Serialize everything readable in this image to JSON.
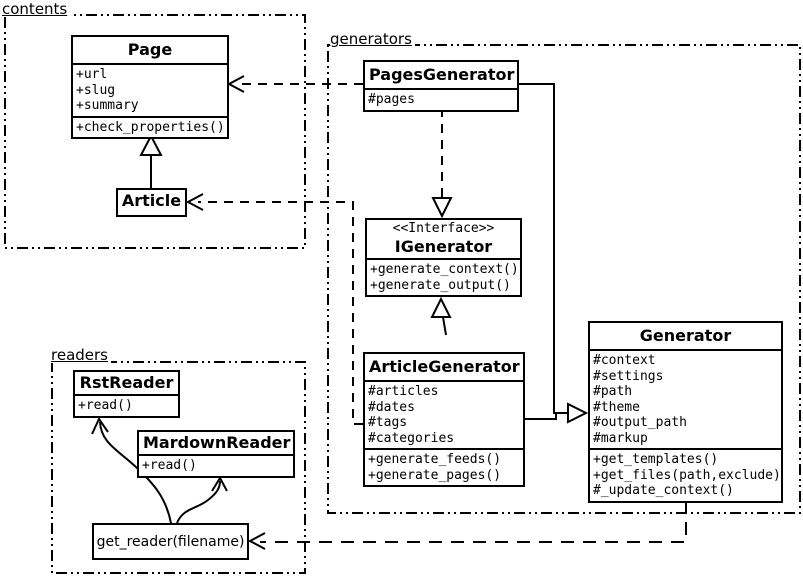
{
  "diagram": {
    "kind": "uml-class-diagram",
    "colors": {
      "ink": "#000000",
      "paper": "#ffffff"
    }
  },
  "packages": {
    "contents": {
      "label": "contents"
    },
    "generators": {
      "label": "generators"
    },
    "readers": {
      "label": "readers"
    }
  },
  "classes": {
    "page": {
      "name": "Page",
      "attrs": [
        "+url",
        "+slug",
        "+summary"
      ],
      "methods": [
        "+check_properties()"
      ]
    },
    "article": {
      "name": "Article"
    },
    "pages_generator": {
      "name": "PagesGenerator",
      "attrs": [
        "#pages"
      ]
    },
    "igenerator": {
      "stereotype": "<<Interface>>",
      "name": "IGenerator",
      "methods": [
        "+generate_context()",
        "+generate_output()"
      ]
    },
    "article_generator": {
      "name": "ArticleGenerator",
      "attrs": [
        "#articles",
        "#dates",
        "#tags",
        "#categories"
      ],
      "methods": [
        "+generate_feeds()",
        "+generate_pages()"
      ]
    },
    "generator": {
      "name": "Generator",
      "attrs": [
        "#context",
        "#settings",
        "#path",
        "#theme",
        "#output_path",
        "#markup"
      ],
      "methods": [
        "+get_templates()",
        "+get_files(path,exclude)",
        "#_update_context()"
      ]
    },
    "rst_reader": {
      "name": "RstReader",
      "methods": [
        "+read()"
      ]
    },
    "mardown_reader": {
      "name": "MardownReader",
      "methods": [
        "+read()"
      ]
    },
    "get_reader": {
      "label": "get_reader(filename)"
    }
  },
  "relationships": [
    {
      "from": "Article",
      "to": "Page",
      "type": "inheritance"
    },
    {
      "from": "PagesGenerator",
      "to": "Page",
      "type": "dependency"
    },
    {
      "from": "PagesGenerator",
      "to": "IGenerator",
      "type": "realization"
    },
    {
      "from": "ArticleGenerator",
      "to": "IGenerator",
      "type": "inheritance"
    },
    {
      "from": "PagesGenerator",
      "to": "Generator",
      "type": "inheritance"
    },
    {
      "from": "ArticleGenerator",
      "to": "Generator",
      "type": "inheritance"
    },
    {
      "from": "ArticleGenerator",
      "to": "Article",
      "type": "dependency"
    },
    {
      "from": "Generator",
      "to": "get_reader(filename)",
      "type": "dependency"
    },
    {
      "from": "get_reader(filename)",
      "to": "RstReader",
      "type": "arrow"
    },
    {
      "from": "get_reader(filename)",
      "to": "MardownReader",
      "type": "arrow"
    }
  ]
}
